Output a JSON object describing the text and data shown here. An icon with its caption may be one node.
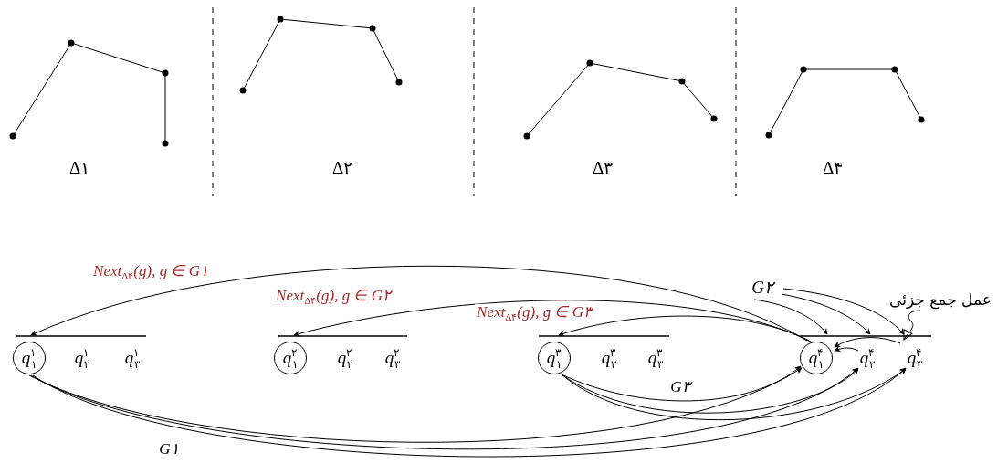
{
  "diagram": {
    "nodes": [
      {
        "text": [
          "q$^{۱}$$_{۱}$"
        ]
      },
      {
        "text": [
          "q$^{۱}$$_{۲}$"
        ]
      },
      {
        "text": [
          "q$^{۱}$$_{۳}$"
        ]
      },
      {
        "text": [
          "q$^{۲}$$_{۱}$"
        ]
      },
      {
        "text": [
          "q$^{۲}$$_{۲}$"
        ]
      },
      {
        "text": [
          "q$^{۲}$$_{۳}$"
        ]
      },
      {
        "text": [
          "q$^{۳}$$_{۱}$"
        ]
      },
      {
        "text": [
          "q$^{۳}$$_{۲}$"
        ]
      },
      {
        "text": [
          "q$^{۳}$$_{۳}$"
        ]
      },
      {
        "text": [
          "q$^{۴}$$_{۱}$"
        ]
      },
      {
        "text": [
          "q$^{۴}$$_{۲}$"
        ]
      },
      {
        "text": [
          "q$^{۴}$$_{۳}$"
        ]
      },
      {
        "text": [
          "G۲"
        ]
      },
      {
        "text": [
          "عمل جمع جزئی"
        ]
      }
    ],
    "edges": [
      {
        "from": 9,
        "to": 0,
        "arrow": "to",
        "label": "Next$_{Δ۴}$(g), g ∈ G۱"
      },
      {
        "from": 9,
        "to": 3,
        "arrow": "to",
        "label": "Next$_{Δ۴}$(g), g ∈ G۲"
      },
      {
        "from": 9,
        "to": 6,
        "arrow": "to",
        "label": "Next$_{Δ۴}$(g), g ∈ G۳"
      },
      {
        "from": 12,
        "to": 9,
        "arrow": "to"
      },
      {
        "from": 12,
        "to": 10,
        "arrow": "to"
      },
      {
        "from": 12,
        "to": 11,
        "arrow": "to"
      },
      {
        "from": 10,
        "to": 9,
        "arrow": "to"
      },
      {
        "from": 11,
        "to": 9,
        "arrow": "to"
      },
      {
        "from": 13,
        "to": 11,
        "arrow": "to"
      },
      {
        "from": 0,
        "to": 9,
        "arrow": "to",
        "label": "G۱"
      },
      {
        "from": 0,
        "to": 10,
        "arrow": "to"
      },
      {
        "from": 0,
        "to": 11,
        "arrow": "to"
      },
      {
        "from": 6,
        "to": 9,
        "arrow": "to",
        "label": "G۳"
      },
      {
        "from": 6,
        "to": 10,
        "arrow": "to"
      },
      {
        "from": 6,
        "to": 11,
        "arrow": "to"
      }
    ],
    "labels": [
      "Δ۱",
      "Δ۲",
      "Δ۳",
      "Δ۴"
    ]
  }
}
